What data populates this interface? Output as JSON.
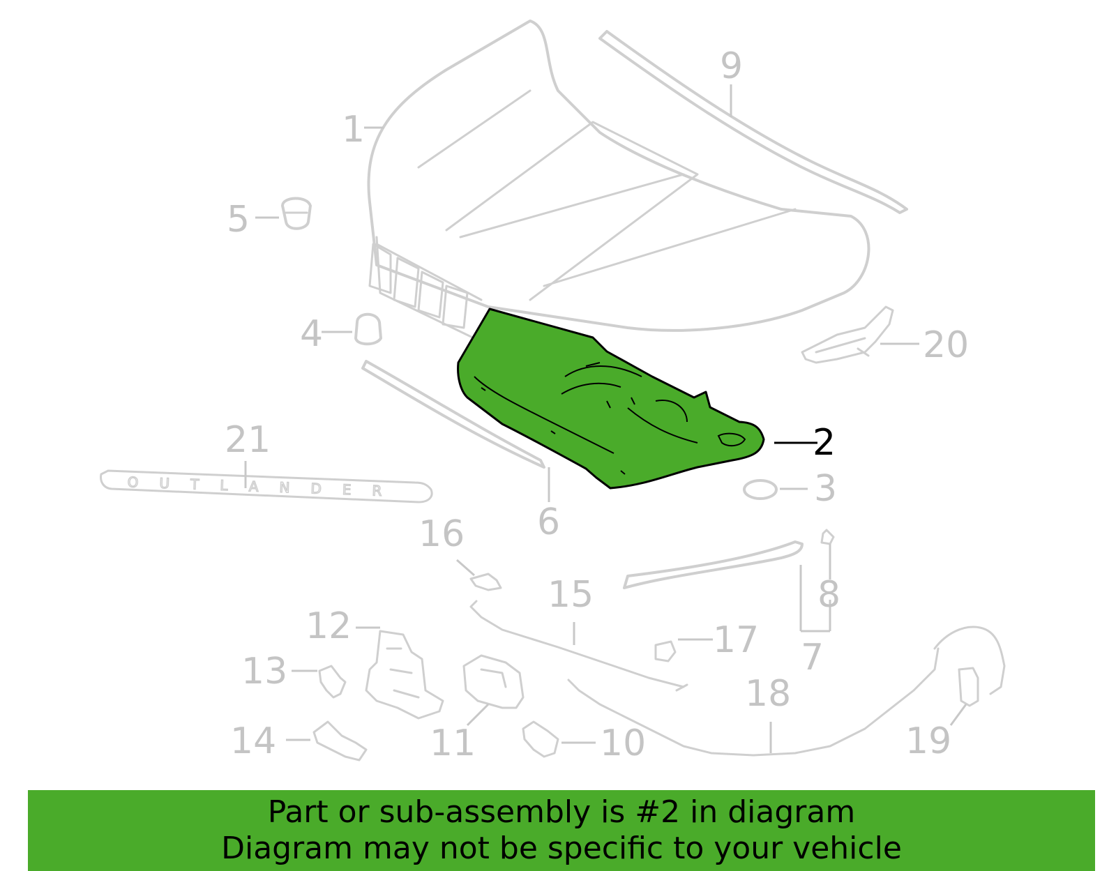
{
  "callouts": [
    "1",
    "2",
    "3",
    "4",
    "5",
    "6",
    "7",
    "8",
    "9",
    "10",
    "11",
    "12",
    "13",
    "14",
    "15",
    "16",
    "17",
    "18",
    "19",
    "20",
    "21"
  ],
  "highlighted_part": "2",
  "emblem_text": "OUTLANDER",
  "colors": {
    "highlight": "#4aab2a",
    "outline": "#cfcfcf",
    "banner": "#4aab2a",
    "active_label": "#000000"
  },
  "banner": {
    "line1": "Part or sub-assembly is #2 in diagram",
    "line2": "Diagram may not be specific to your vehicle"
  }
}
